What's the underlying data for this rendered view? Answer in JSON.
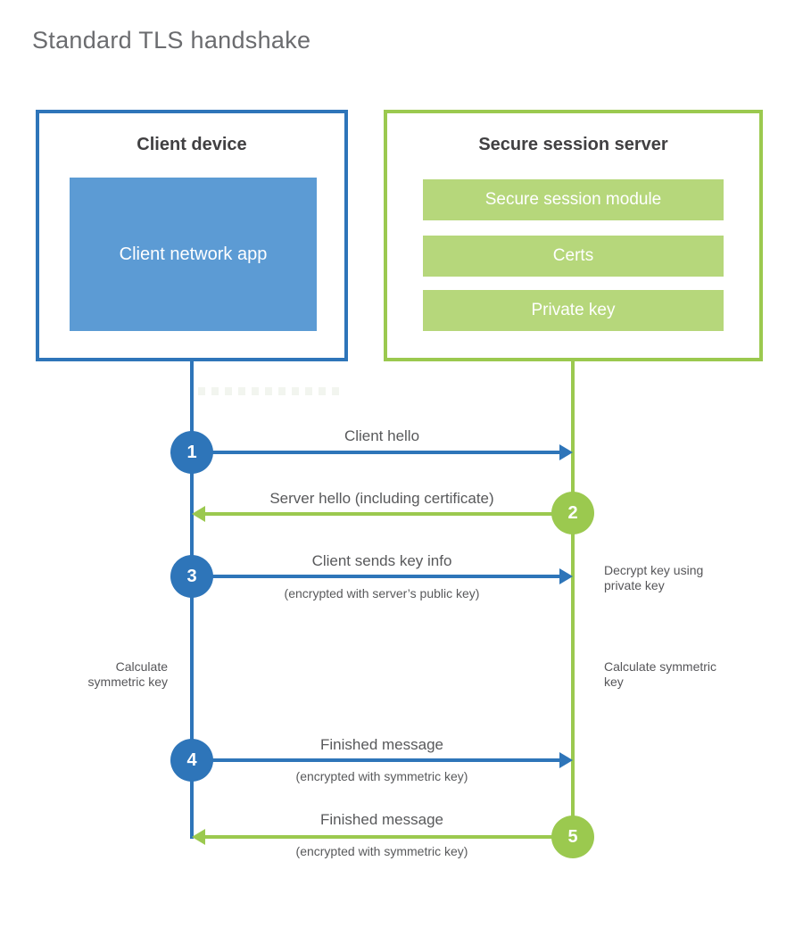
{
  "title": "Standard TLS handshake",
  "colors": {
    "blue": "#2e75b9",
    "blue_fill": "#5c9bd4",
    "green": "#9bc94f",
    "green_fill": "#b6d77b",
    "heading_text": "#414042",
    "label_text": "#58595b",
    "title_text": "#6b6c6f"
  },
  "client": {
    "title": "Client device",
    "app_label": "Client network app"
  },
  "server": {
    "title": "Secure session server",
    "modules": [
      {
        "label": "Secure session module"
      },
      {
        "label": "Certs"
      },
      {
        "label": "Private key"
      }
    ]
  },
  "steps": [
    {
      "num": "1",
      "actor": "client",
      "direction": "right",
      "label": "Client hello",
      "sublabel": ""
    },
    {
      "num": "2",
      "actor": "server",
      "direction": "left",
      "label": "Server hello (including certificate)",
      "sublabel": ""
    },
    {
      "num": "3",
      "actor": "client",
      "direction": "right",
      "label": "Client sends key info",
      "sublabel": "(encrypted with server’s public key)"
    },
    {
      "num": "4",
      "actor": "client",
      "direction": "right",
      "label": "Finished message",
      "sublabel": "(encrypted with symmetric key)"
    },
    {
      "num": "5",
      "actor": "server",
      "direction": "left",
      "label": "Finished message",
      "sublabel": "(encrypted with symmetric key)"
    }
  ],
  "annotations": {
    "decrypt_key": "Decrypt key using private key",
    "calculate_left": "Calculate symmetric key",
    "calculate_right": "Calculate symmetric key"
  }
}
